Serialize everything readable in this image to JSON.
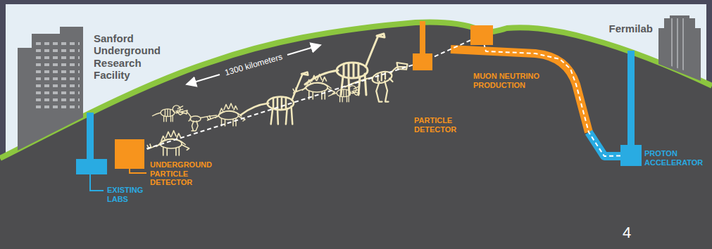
{
  "diagram": {
    "nodes": [
      {
        "text": [
          "Sanford Underground Research Facility"
        ]
      },
      {
        "text": [
          "EXISTING LABS"
        ]
      },
      {
        "text": [
          "UNDERGROUND PARTICLE DETECTOR"
        ]
      },
      {
        "text": [
          "PARTICLE DETECTOR"
        ]
      },
      {
        "text": [
          "MUON NEUTRINO PRODUCTION"
        ]
      },
      {
        "text": [
          "PROTON ACCELERATOR"
        ]
      },
      {
        "text": [
          "Fermilab"
        ]
      }
    ],
    "edges": [
      {
        "from": 5,
        "to": 4,
        "arrow": "none"
      },
      {
        "from": 4,
        "to": 3,
        "arrow": "none"
      },
      {
        "from": 3,
        "to": 2,
        "arrow": "none"
      }
    ],
    "labels": [
      "1300 kilometers",
      "4"
    ]
  }
}
